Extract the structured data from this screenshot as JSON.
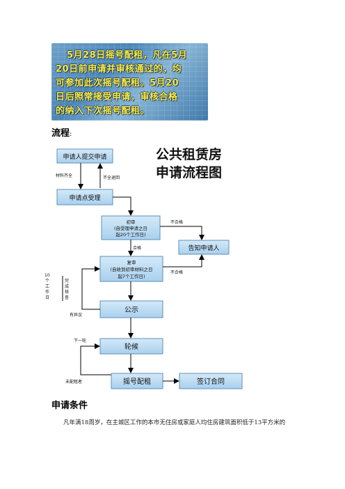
{
  "banner": {
    "lines": [
      "5月28日摇号配租，凡在5月",
      "20日前申请并审核通过的，均",
      "可参加此次摇号配租。5月20",
      "日后照常接受申请，审核合格",
      "的纳入下次摇号配租。"
    ]
  },
  "section_flow": {
    "title": "流程",
    "colon": ":"
  },
  "flowchart": {
    "title_line1": "公共租赁房",
    "title_line2": "申请流程图",
    "boxes": {
      "submit": "申请人提交申请",
      "accept": "申请点受理",
      "first_review_title": "初审",
      "first_review_line2": "(自受理申请之日",
      "first_review_line3": "起20个工作日)",
      "notify": "告知申请人",
      "second_review_title": "复审",
      "second_review_line2": "(自收到初审材料之日",
      "second_review_line3": "起7个工作日)",
      "publicity": "公示",
      "waiting": "轮候",
      "lottery": "摇号配租",
      "contract": "签订合同"
    },
    "labels": {
      "materials_complete": "材料齐全",
      "incomplete_return": "不全退回",
      "unqualified_1": "不合格",
      "qualified": "合格",
      "unqualified_2": "不合格",
      "ten_days": [
        "10",
        "个",
        "工",
        "作",
        "日"
      ],
      "complete_check": [
        "完",
        "成",
        "核",
        "查"
      ],
      "objection": "有异议",
      "next_round": "下一轮",
      "unallocated": "未配租者"
    }
  },
  "section_conditions": {
    "title": "申请条件"
  },
  "paragraph": "凡年满18周岁，在主城区工作的本市无住房或家庭人均住房建筑面积低于13平方米的"
}
